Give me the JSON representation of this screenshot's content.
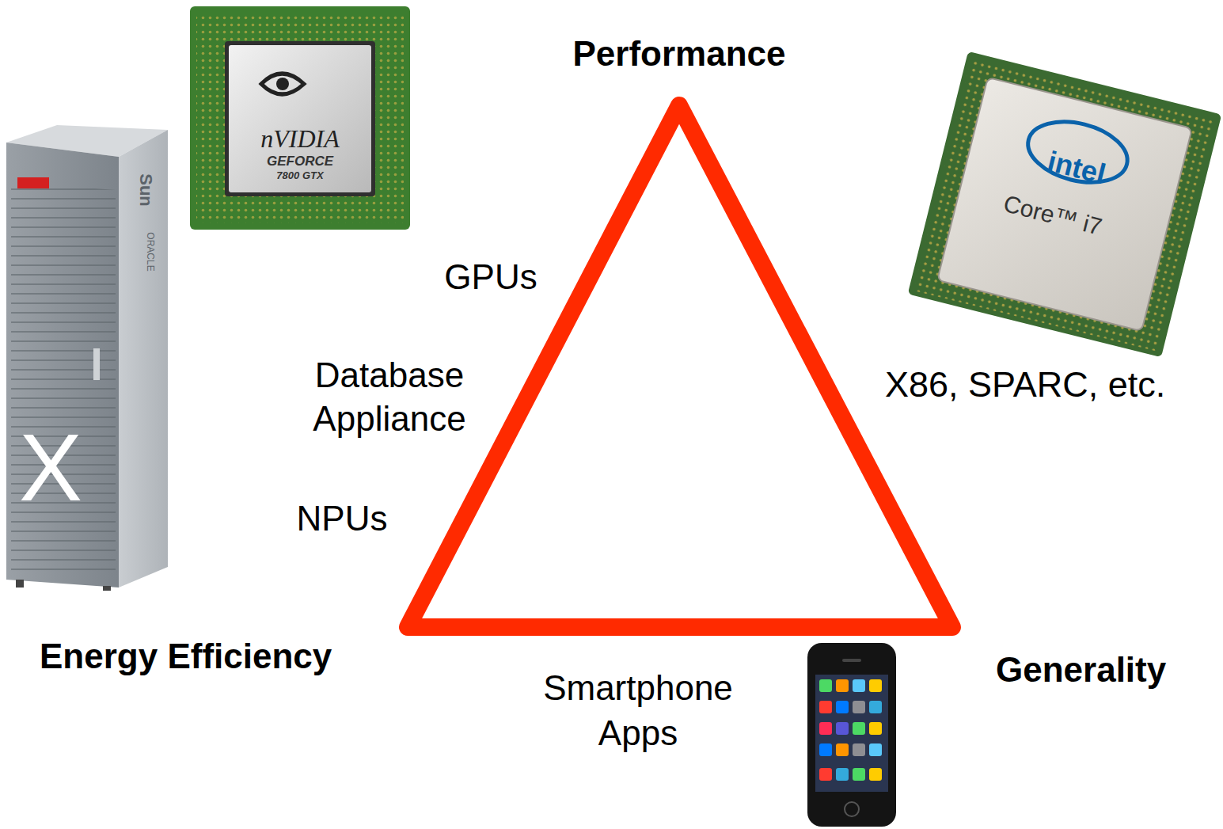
{
  "diagram": {
    "labels": [
      "Performance",
      "GPUs",
      "Database Appliance",
      "NPUs",
      "X86, SPARC, etc.",
      "Energy Efficiency",
      "Smartphone Apps",
      "Generality",
      "nVIDIA",
      "GEFORCE",
      "7800 GTX",
      "intel",
      "Core™ i7",
      "Sun",
      "ORACLE",
      "X"
    ]
  }
}
